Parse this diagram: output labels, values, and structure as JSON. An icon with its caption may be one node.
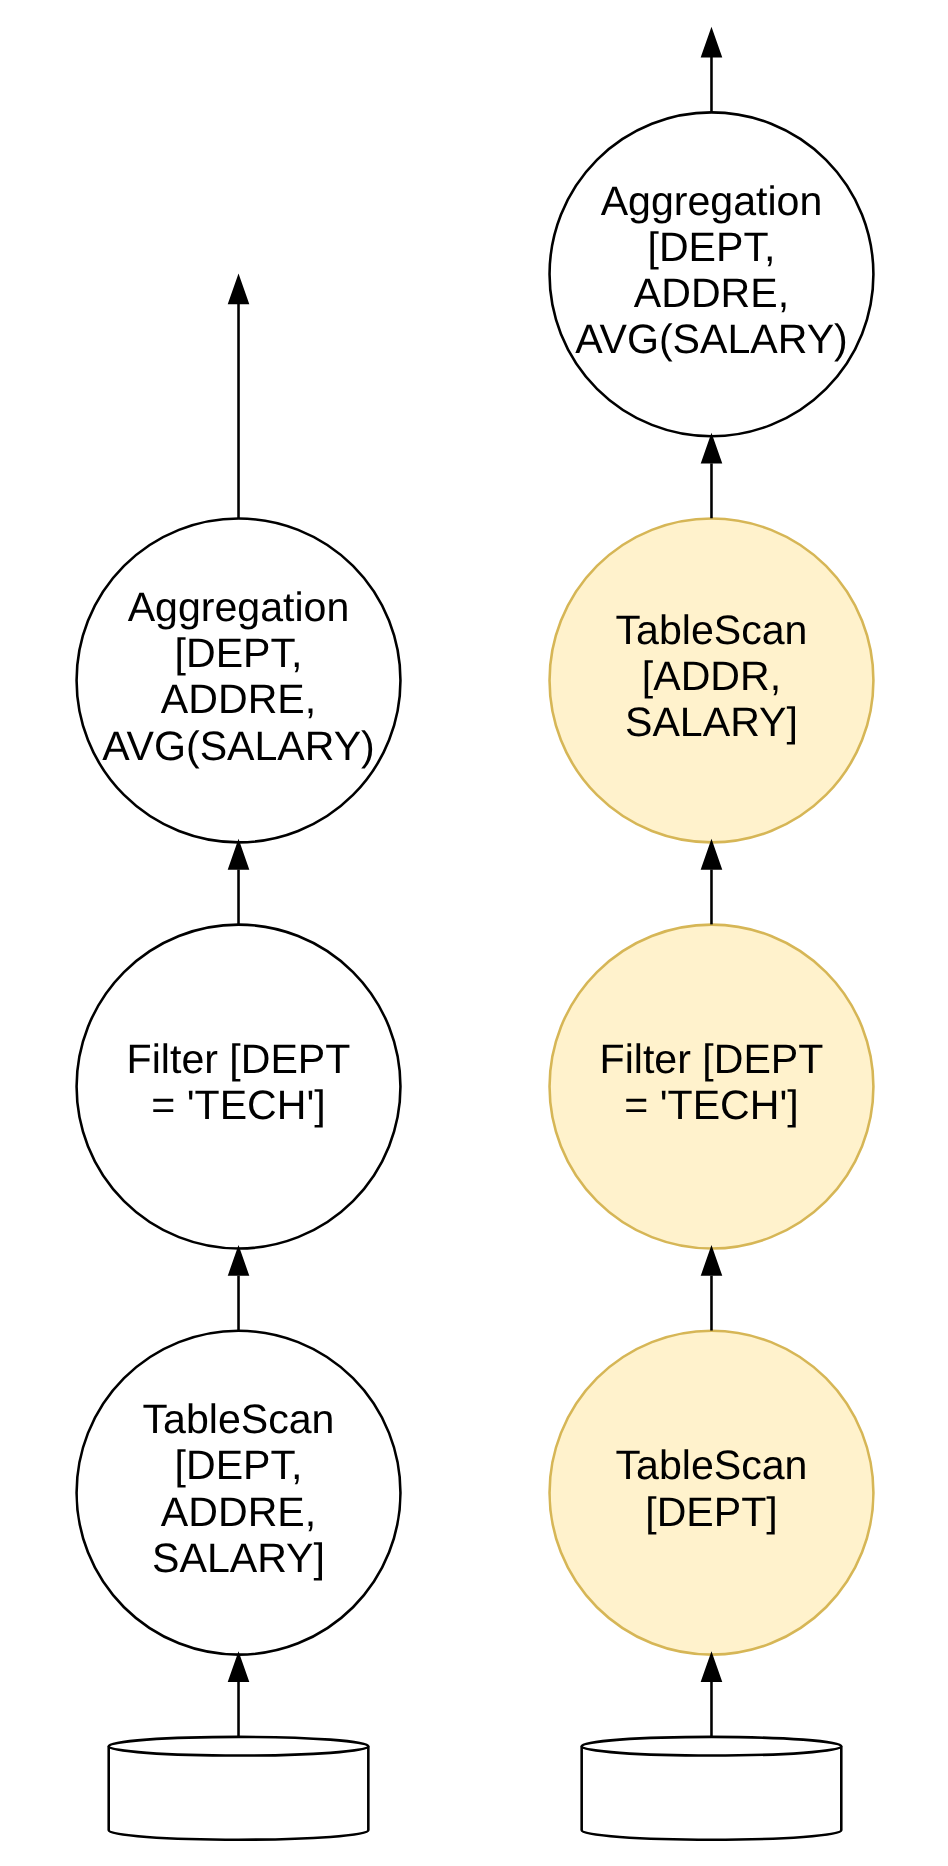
{
  "diagram": {
    "nodes": [
      {
        "text": [
          "Aggregation [DEPT, ADDRE, AVG(SALARY)"
        ]
      },
      {
        "text": [
          "Filter [DEPT = 'TECH']"
        ]
      },
      {
        "text": [
          "TableScan [DEPT, ADDRE, SALARY]"
        ]
      },
      {
        "text": [],
        "shape": "cylinder"
      },
      {
        "text": [
          "Aggregation [DEPT, ADDRE, AVG(SALARY)"
        ]
      },
      {
        "text": [
          "TableScan [ADDR, SALARY]"
        ]
      },
      {
        "text": [
          "Filter [DEPT = 'TECH']"
        ]
      },
      {
        "text": [
          "TableScan [DEPT]"
        ]
      },
      {
        "text": [],
        "shape": "cylinder"
      }
    ],
    "edges": [
      {
        "from": 3,
        "to": 2,
        "arrow": "to"
      },
      {
        "from": 2,
        "to": 1,
        "arrow": "to"
      },
      {
        "from": 1,
        "to": 0,
        "arrow": "to"
      },
      {
        "from": 0,
        "to": null,
        "arrow": "to"
      },
      {
        "from": 8,
        "to": 7,
        "arrow": "to"
      },
      {
        "from": 7,
        "to": 6,
        "arrow": "to"
      },
      {
        "from": 6,
        "to": 5,
        "arrow": "to"
      },
      {
        "from": 5,
        "to": 4,
        "arrow": "to"
      },
      {
        "from": 4,
        "to": null,
        "arrow": "to"
      }
    ]
  }
}
